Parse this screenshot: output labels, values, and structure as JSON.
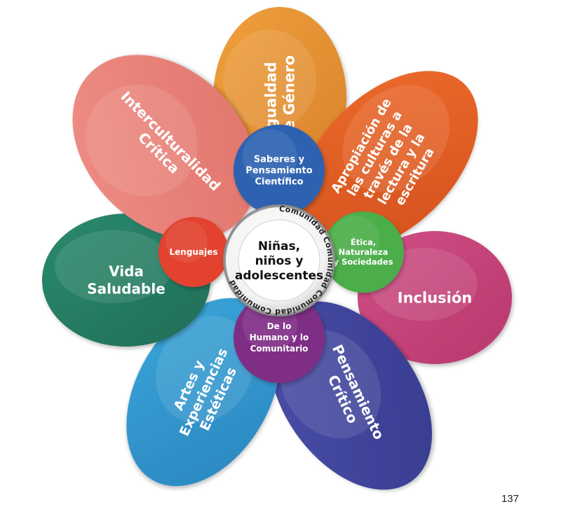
{
  "petals": [
    {
      "id": "igualdad-de-genero",
      "lines": [
        "Igualdad",
        "de Género"
      ],
      "color": "#efa03d",
      "color_dark": "#d9822a"
    },
    {
      "id": "apropiacion-de-las-culturas",
      "lines": [
        "Apropiación de",
        "las culturas a",
        "través de la",
        "lectura y la",
        "escritura"
      ],
      "color": "#ec6b2c",
      "color_dark": "#d4501c"
    },
    {
      "id": "inclusion",
      "lines": [
        "Inclusión"
      ],
      "color": "#cf4f86",
      "color_dark": "#b8386e"
    },
    {
      "id": "pensamiento-critico",
      "lines": [
        "Pensamiento",
        "Crítico"
      ],
      "color": "#4a4fa8",
      "color_dark": "#363b8e"
    },
    {
      "id": "artes-y-experiencias-esteticas",
      "lines": [
        "Artes y",
        "Experiencias",
        "Estéticas"
      ],
      "color": "#3aa6d8",
      "color_dark": "#2a86c0"
    },
    {
      "id": "vida-saludable",
      "lines": [
        "Vida",
        "Saludable"
      ],
      "color": "#2b8a6e",
      "color_dark": "#1f6e57"
    },
    {
      "id": "interculturalidad-critica",
      "lines": [
        "Interculturalidad",
        "Crítica"
      ],
      "color": "#ee8f86",
      "color_dark": "#e0736a"
    }
  ],
  "fields": [
    {
      "id": "saberes",
      "lines": [
        "Saberes y",
        "Pensamiento",
        "Científico"
      ],
      "color": "#2f62b0"
    },
    {
      "id": "etica",
      "lines": [
        "Ética,",
        "Naturaleza",
        "y Sociedades"
      ],
      "color": "#4cae4a"
    },
    {
      "id": "humano",
      "lines": [
        "De lo",
        "Humano y lo",
        "Comunitario"
      ],
      "color": "#7f2d86"
    },
    {
      "id": "lenguajes",
      "lines": [
        "Lenguajes"
      ],
      "color": "#e2432f"
    }
  ],
  "center": {
    "lines": [
      "Niñas,",
      "niños y",
      "adolescentes"
    ],
    "ring_word": "Comunidad"
  },
  "page_number": "137"
}
